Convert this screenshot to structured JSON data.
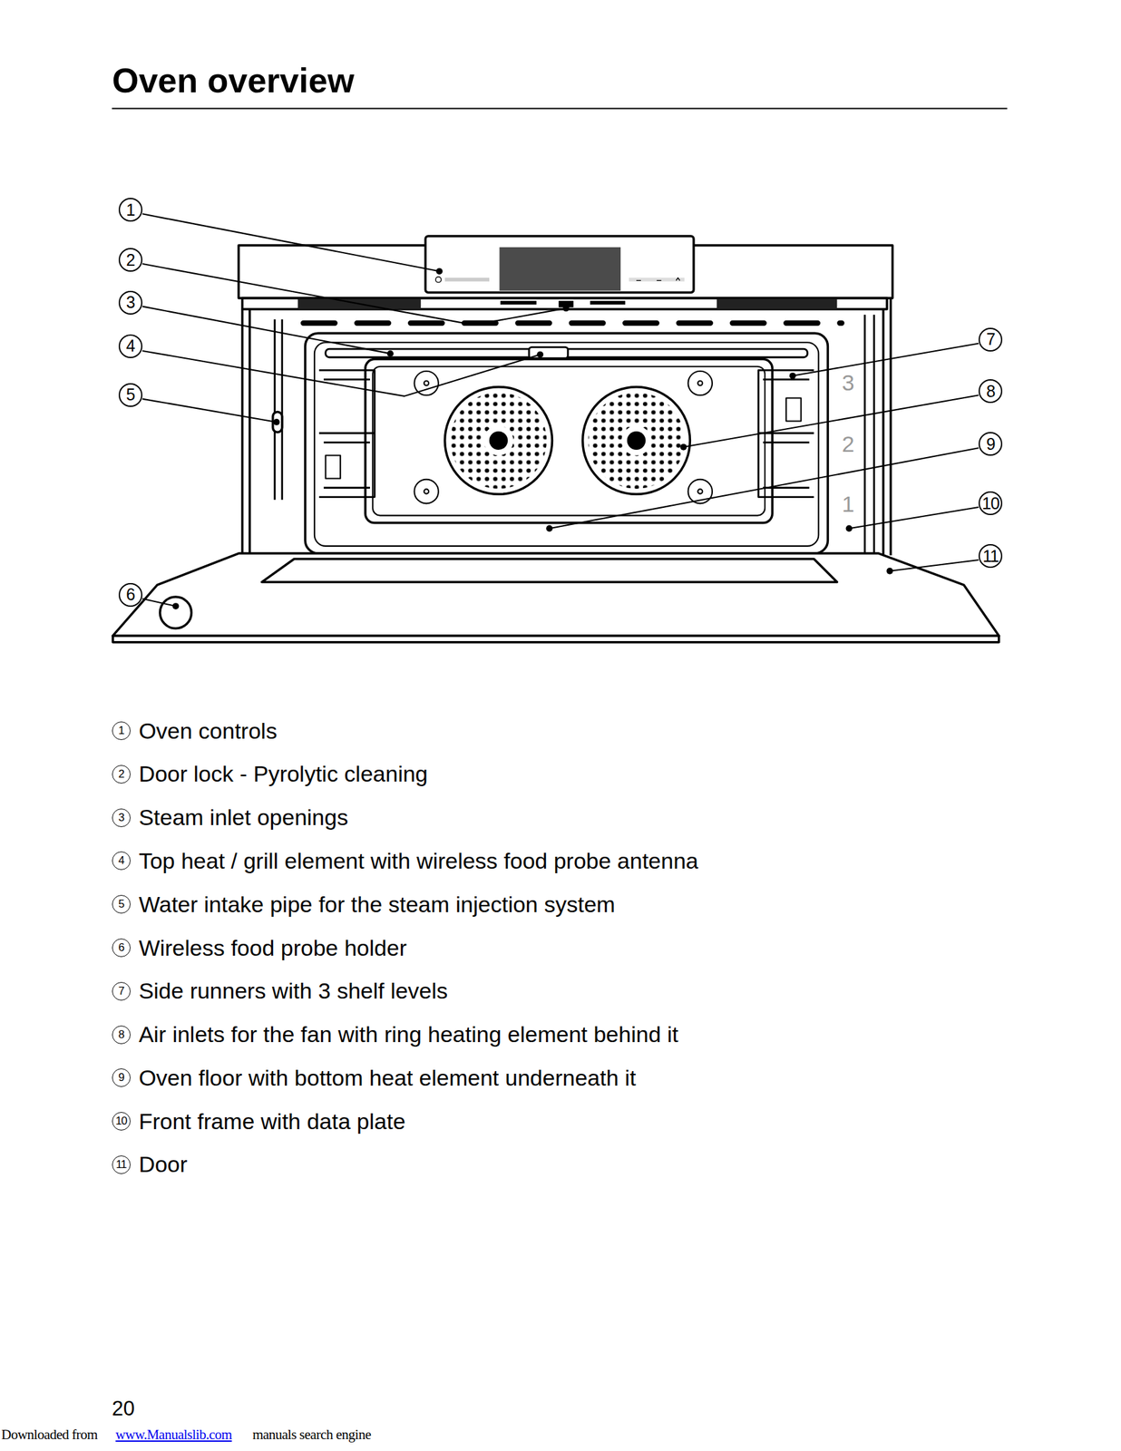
{
  "diagram": {
    "title": "Oven overview",
    "labels": [
      "1",
      "2",
      "3",
      "4",
      "5",
      "6",
      "7",
      "8",
      "9",
      "10",
      "11",
      "3",
      "2",
      "1",
      "1",
      "Oven controls",
      "2",
      "Door lock - Pyrolytic cleaning",
      "3",
      "Steam inlet openings",
      "4",
      "Top heat / grill element with wireless food probe antenna",
      "5",
      "Water intake pipe for the steam injection system",
      "6",
      "Wireless food probe holder",
      "7",
      "Side runners with 3 shelf levels",
      "8",
      "Air inlets for the fan with ring heating element behind it",
      "9",
      "Oven floor with bottom heat element underneath it",
      "10",
      "Front frame with data plate",
      "11",
      "Door",
      "20",
      "Downloaded from",
      "www.Manualslib.com",
      "manuals search engine"
    ]
  }
}
